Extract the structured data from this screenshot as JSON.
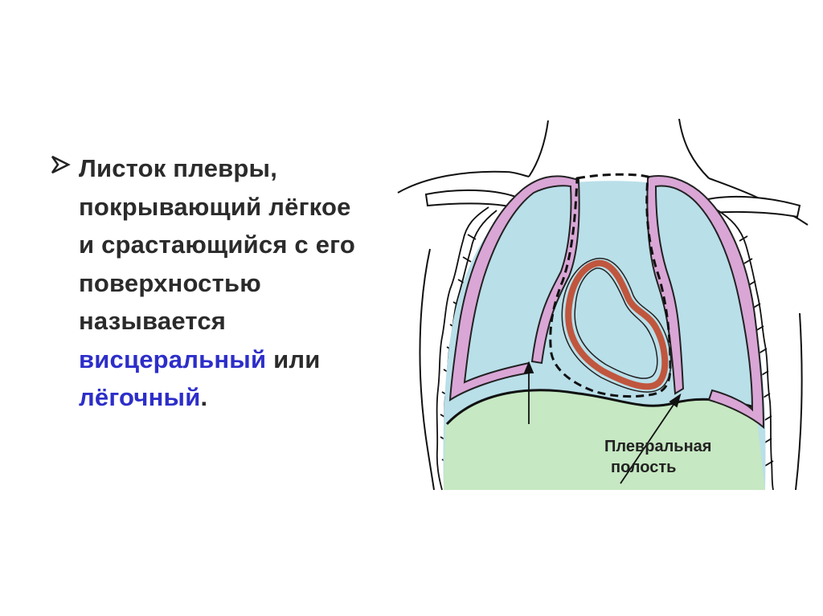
{
  "bullet": {
    "line1": "Листок плевры,",
    "line2": "покрывающий лёгкое",
    "line3": "и срастающийся с его",
    "line4": "поверхностью",
    "line5": "называется",
    "term1": "висцеральный",
    "connector": " или",
    "term2": "лёгочный",
    "end": ".",
    "marker_icon": "arrowhead-bullet-icon"
  },
  "diagram": {
    "label_line1": "Плевральная",
    "label_line2": "полость",
    "colors": {
      "lung": "#b9dfe9",
      "pleura": "#d9a6d6",
      "heart": "#c0563e",
      "diaphragm": "#c6e8c2",
      "outline": "#111111"
    }
  }
}
